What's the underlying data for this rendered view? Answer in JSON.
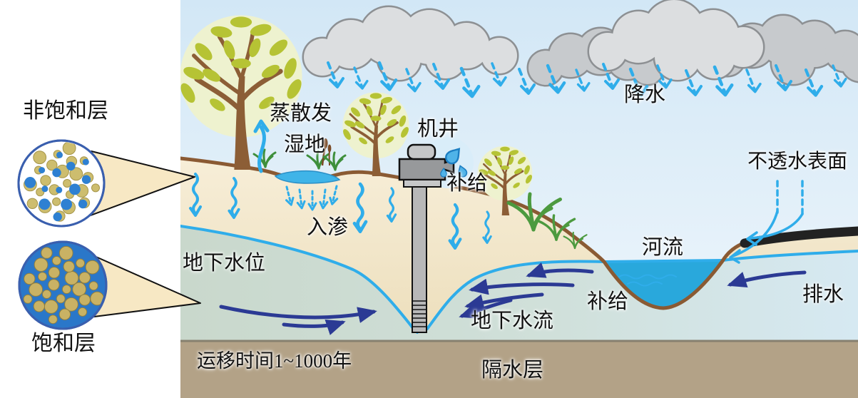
{
  "legend": {
    "unsaturated": "非饱和层",
    "saturated": "饱和层"
  },
  "labels": {
    "precipitation": "降水",
    "evapotranspiration": "蒸散发",
    "wetland": "湿地",
    "well": "机井",
    "well_recharge": "补给",
    "infiltration": "入渗",
    "water_table": "地下水位",
    "river": "河流",
    "impervious_surface": "不透水表面",
    "drainage": "排水",
    "river_recharge": "补给",
    "groundwater_flow": "地下水流",
    "transit_time": "运移时间1~1000年",
    "aquitard": "隔水层"
  },
  "colors": {
    "sky_top": "#d2e7f6",
    "sky_bottom": "#f0f7fc",
    "rain_arrow": "#2fadea",
    "water_table_line": "#29abe2",
    "groundwater_arrow": "#2b3a94",
    "river_water": "#29a8dc",
    "unsaturated_soil": "#f4e9cd",
    "saturated_left": "#c9d8cc",
    "saturated_right": "#d6e9f2",
    "aquitard_layer": "#b3a287",
    "ground_line": "#8a5a33",
    "cloud_light": "#dcdee0",
    "cloud_dark": "#c7cacd",
    "tree_leaf": "#b6c334",
    "tree_trunk": "#8c5e36",
    "impervious_strip": "#222222",
    "inset_cone": "#f7e8c4"
  }
}
